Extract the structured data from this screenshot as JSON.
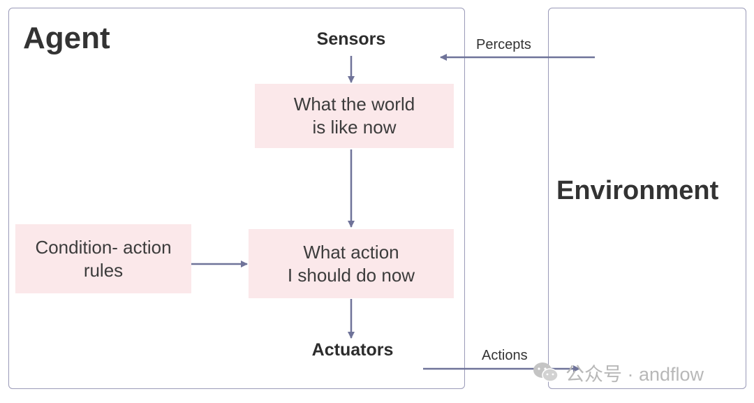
{
  "agent": {
    "title": "Agent",
    "sensors": "Sensors",
    "actuators": "Actuators",
    "world_state": [
      "What the world",
      "is like now"
    ],
    "action_choice": [
      "What action",
      "I should do now"
    ],
    "rules": [
      "Condition- action",
      "rules"
    ]
  },
  "environment": {
    "title": "Environment"
  },
  "edges": {
    "percepts": "Percepts",
    "actions": "Actions"
  },
  "watermark": {
    "text": "公众号 · andflow",
    "icon": "wechat-icon"
  },
  "colors": {
    "frame": "#9a9ab8",
    "arrow": "#6f7399",
    "box_fill": "#fbe8ea"
  }
}
